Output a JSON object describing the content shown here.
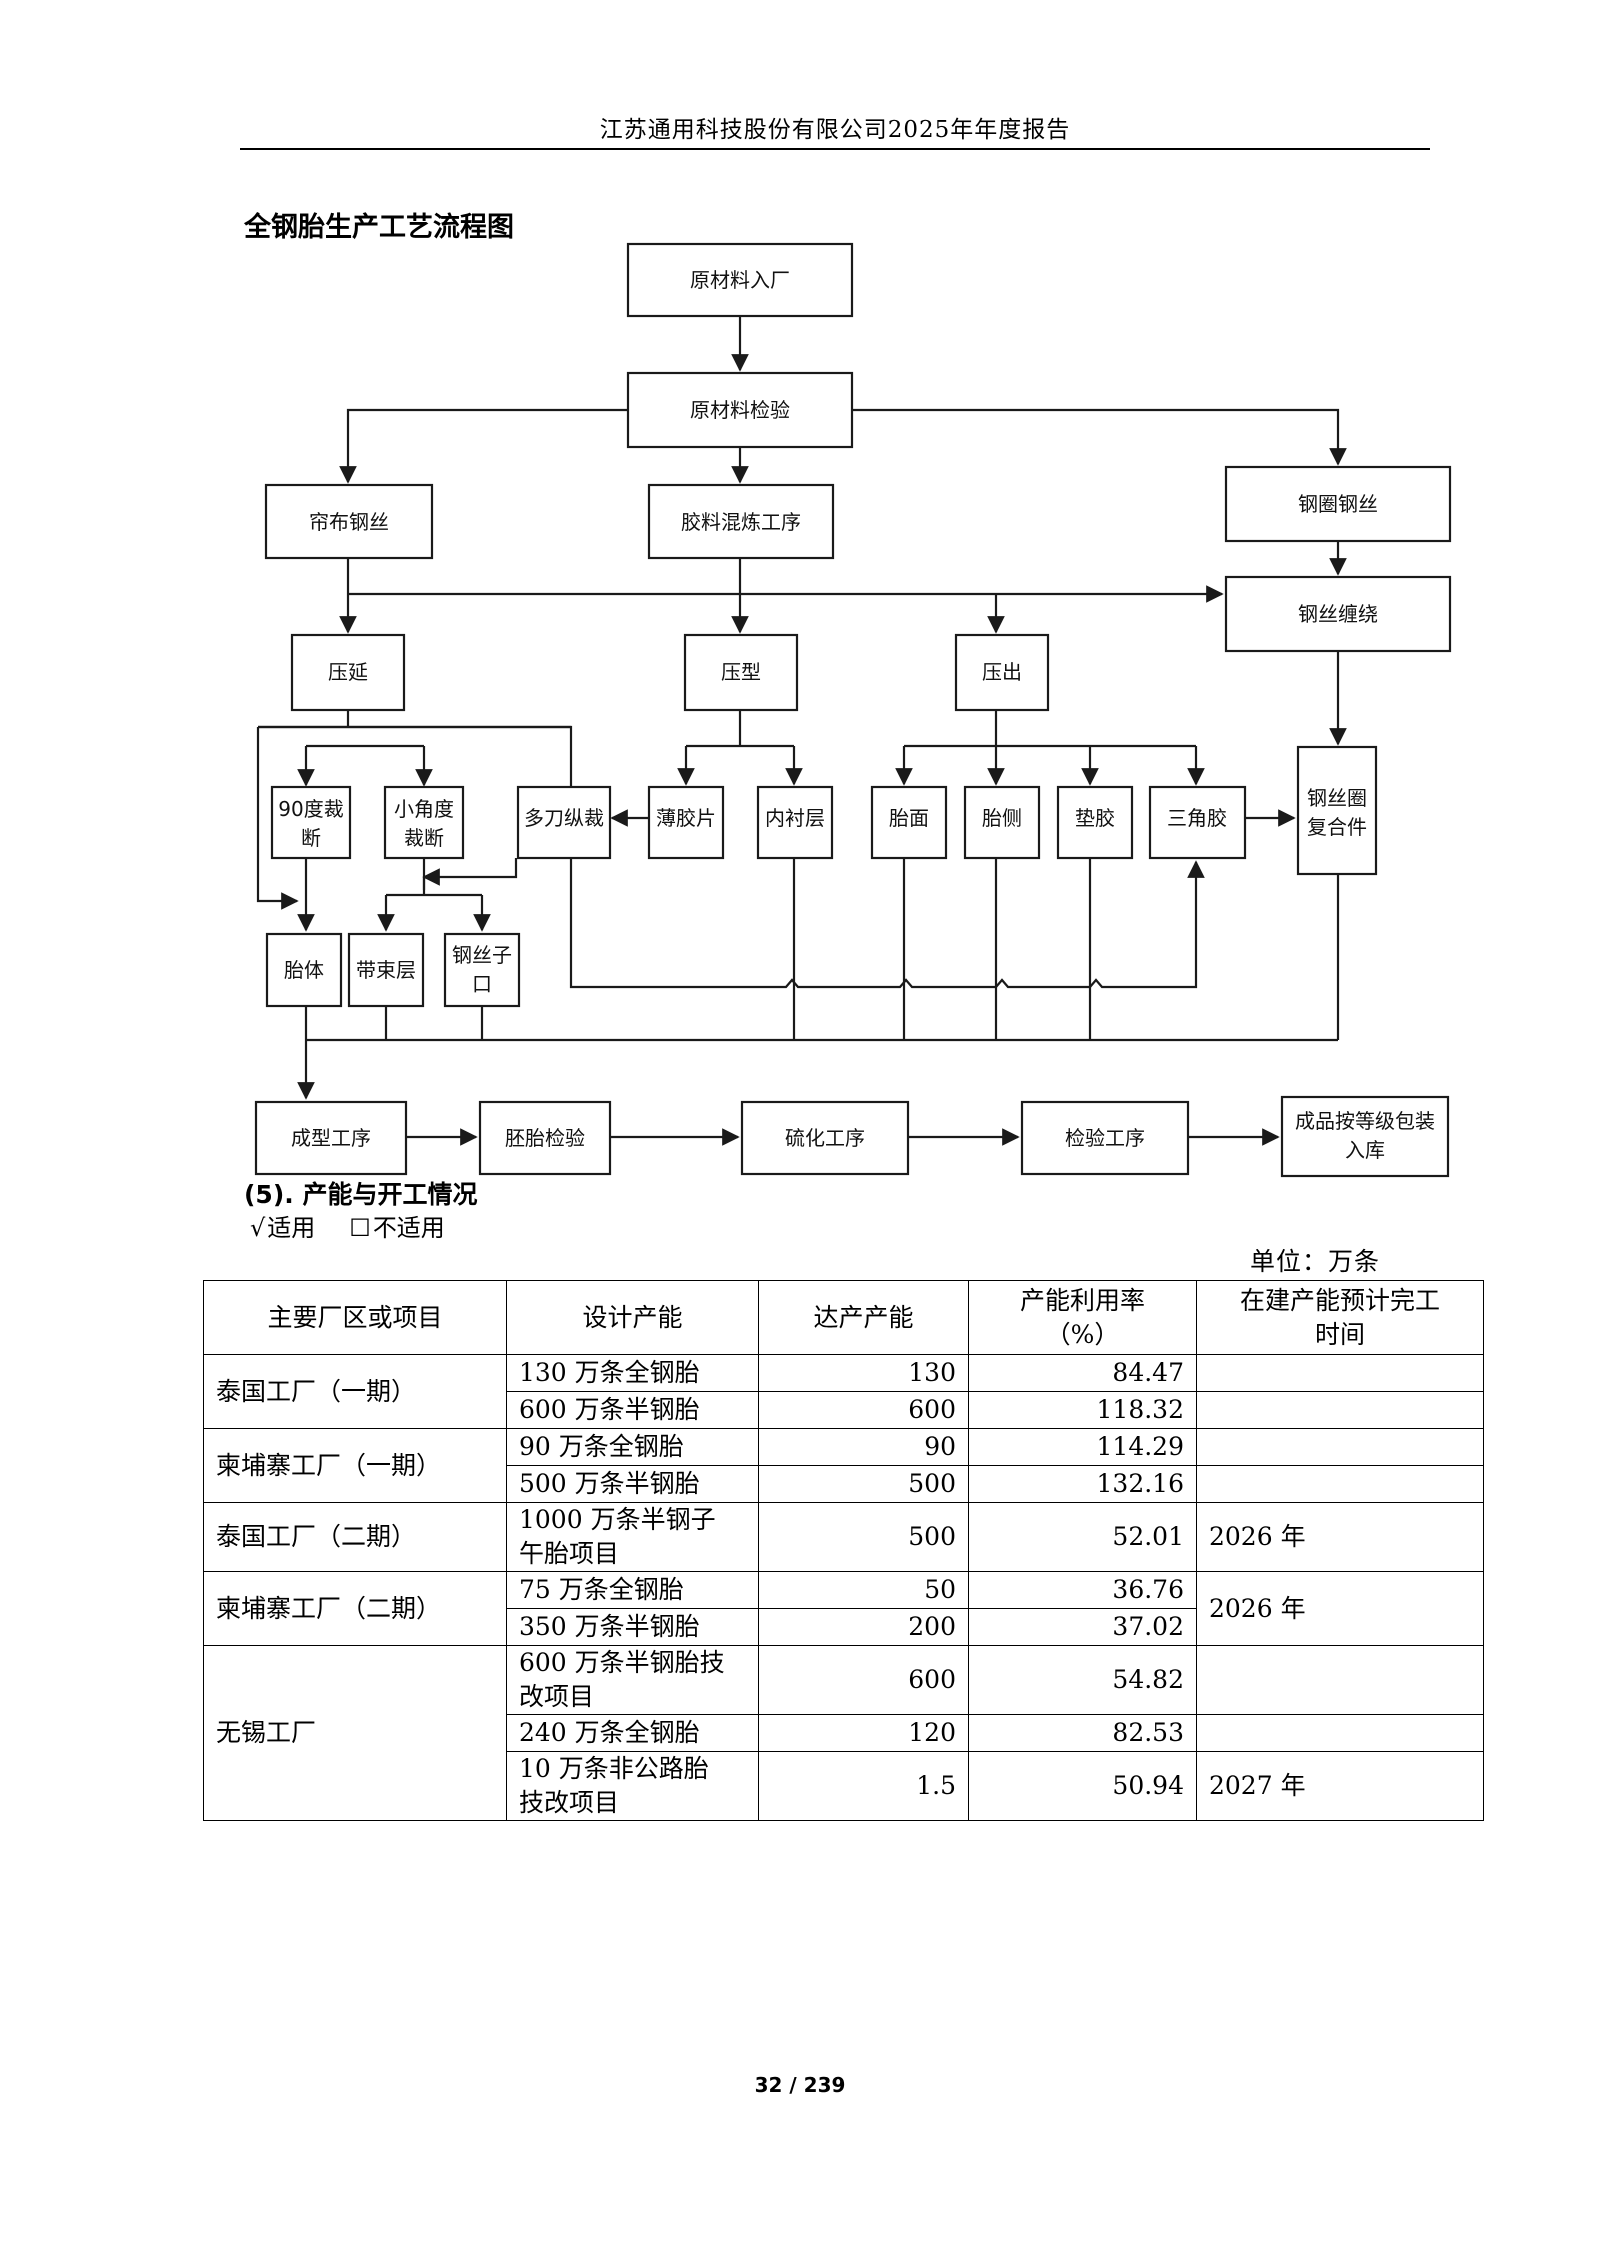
{
  "header": {
    "title": "江苏通用科技股份有限公司2025年年度报告"
  },
  "flowchart": {
    "title": "全钢胎生产工艺流程图",
    "nodes": {
      "raw_in": "原材料入厂",
      "raw_check": "原材料检验",
      "cord_wire": "帘布钢丝",
      "mixing": "胶料混炼工序",
      "bead_wire": "钢圈钢丝",
      "winding": "钢丝缠绕",
      "calender": "压延",
      "press_form": "压型",
      "extrude": "压出",
      "cut90_l1": "90度裁",
      "cut90_l2": "断",
      "smallcut_l1": "小角度",
      "smallcut_l2": "裁断",
      "multi_slit": "多刀纵裁",
      "thin_sheet": "薄胶片",
      "inner_liner": "内衬层",
      "tread": "胎面",
      "sidewall": "胎侧",
      "pad": "垫胶",
      "apex": "三角胶",
      "bead_comp_l1": "钢丝圈",
      "bead_comp_l2": "复合件",
      "carcass": "胎体",
      "belt": "带束层",
      "chafer_l1": "钢丝子",
      "chafer_l2": "口",
      "building": "成型工序",
      "green_check": "胚胎检验",
      "curing": "硫化工序",
      "inspect": "检验工序",
      "pack_l1": "成品按等级包装",
      "pack_l2": "入库"
    }
  },
  "section": {
    "title": "(5). 产能与开工情况",
    "applicable_mark": "√",
    "applicable": "适用",
    "not_applicable_mark": "☐",
    "not_applicable": "不适用",
    "unit": "单位：万条"
  },
  "table": {
    "headers": {
      "area": "主要厂区或项目",
      "design": "设计产能",
      "achieved": "达产产能",
      "util_l1": "产能利用率",
      "util_l2": "（%）",
      "completion_l1": "在建产能预计完工",
      "completion_l2": "时间"
    },
    "rows": [
      {
        "area": "泰国工厂（一期）",
        "design": "130 万条全钢胎",
        "achieved": "130",
        "util": "84.47",
        "completion": ""
      },
      {
        "design": "600 万条半钢胎",
        "achieved": "600",
        "util": "118.32",
        "completion": ""
      },
      {
        "area": "柬埔寨工厂（一期）",
        "design": "90 万条全钢胎",
        "achieved": "90",
        "util": "114.29",
        "completion": ""
      },
      {
        "design": "500 万条半钢胎",
        "achieved": "500",
        "util": "132.16",
        "completion": ""
      },
      {
        "area": "泰国工厂（二期）",
        "design_l1": "1000 万条半钢子",
        "design_l2": "午胎项目",
        "achieved": "500",
        "util": "52.01",
        "completion": "2026 年"
      },
      {
        "area": "柬埔寨工厂（二期）",
        "design": "75 万条全钢胎",
        "achieved": "50",
        "util": "36.76",
        "completion": "2026 年"
      },
      {
        "design": "350 万条半钢胎",
        "achieved": "200",
        "util": "37.02"
      },
      {
        "area": "无锡工厂",
        "design_l1": "600 万条半钢胎技",
        "design_l2": "改项目",
        "achieved": "600",
        "util": "54.82",
        "completion": ""
      },
      {
        "design": "240 万条全钢胎",
        "achieved": "120",
        "util": "82.53",
        "completion": ""
      },
      {
        "design_l1": "10 万条非公路胎",
        "design_l2": "技改项目",
        "achieved": "1.5",
        "util": "50.94",
        "completion": "2027 年"
      }
    ]
  },
  "footer": {
    "page": "32 / 239"
  }
}
